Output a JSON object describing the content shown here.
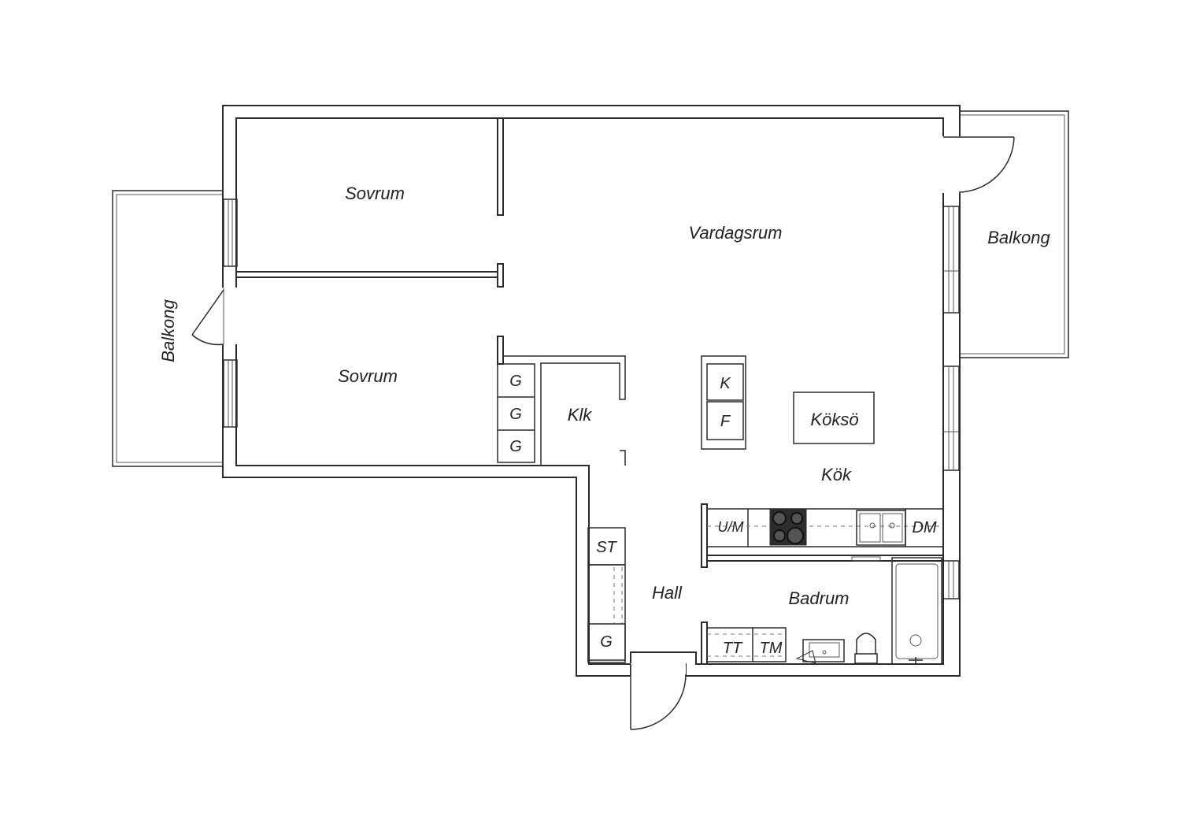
{
  "rooms": {
    "bedroom_top": "Sovrum",
    "bedroom_bottom": "Sovrum",
    "living_room": "Vardagsrum",
    "balcony_left": "Balkong",
    "balcony_right": "Balkong",
    "kitchen": "Kök",
    "kitchen_island": "Köksö",
    "walk_in_closet": "Klk",
    "hall": "Hall",
    "bathroom": "Badrum"
  },
  "fixtures": {
    "wardrobe_1": "G",
    "wardrobe_2": "G",
    "wardrobe_3": "G",
    "fridge": "K",
    "freezer": "F",
    "microwave": "U/M",
    "dishwasher": "DM",
    "cleaning_closet": "ST",
    "hall_wardrobe": "G",
    "dryer": "TT",
    "washing_machine": "TM"
  }
}
